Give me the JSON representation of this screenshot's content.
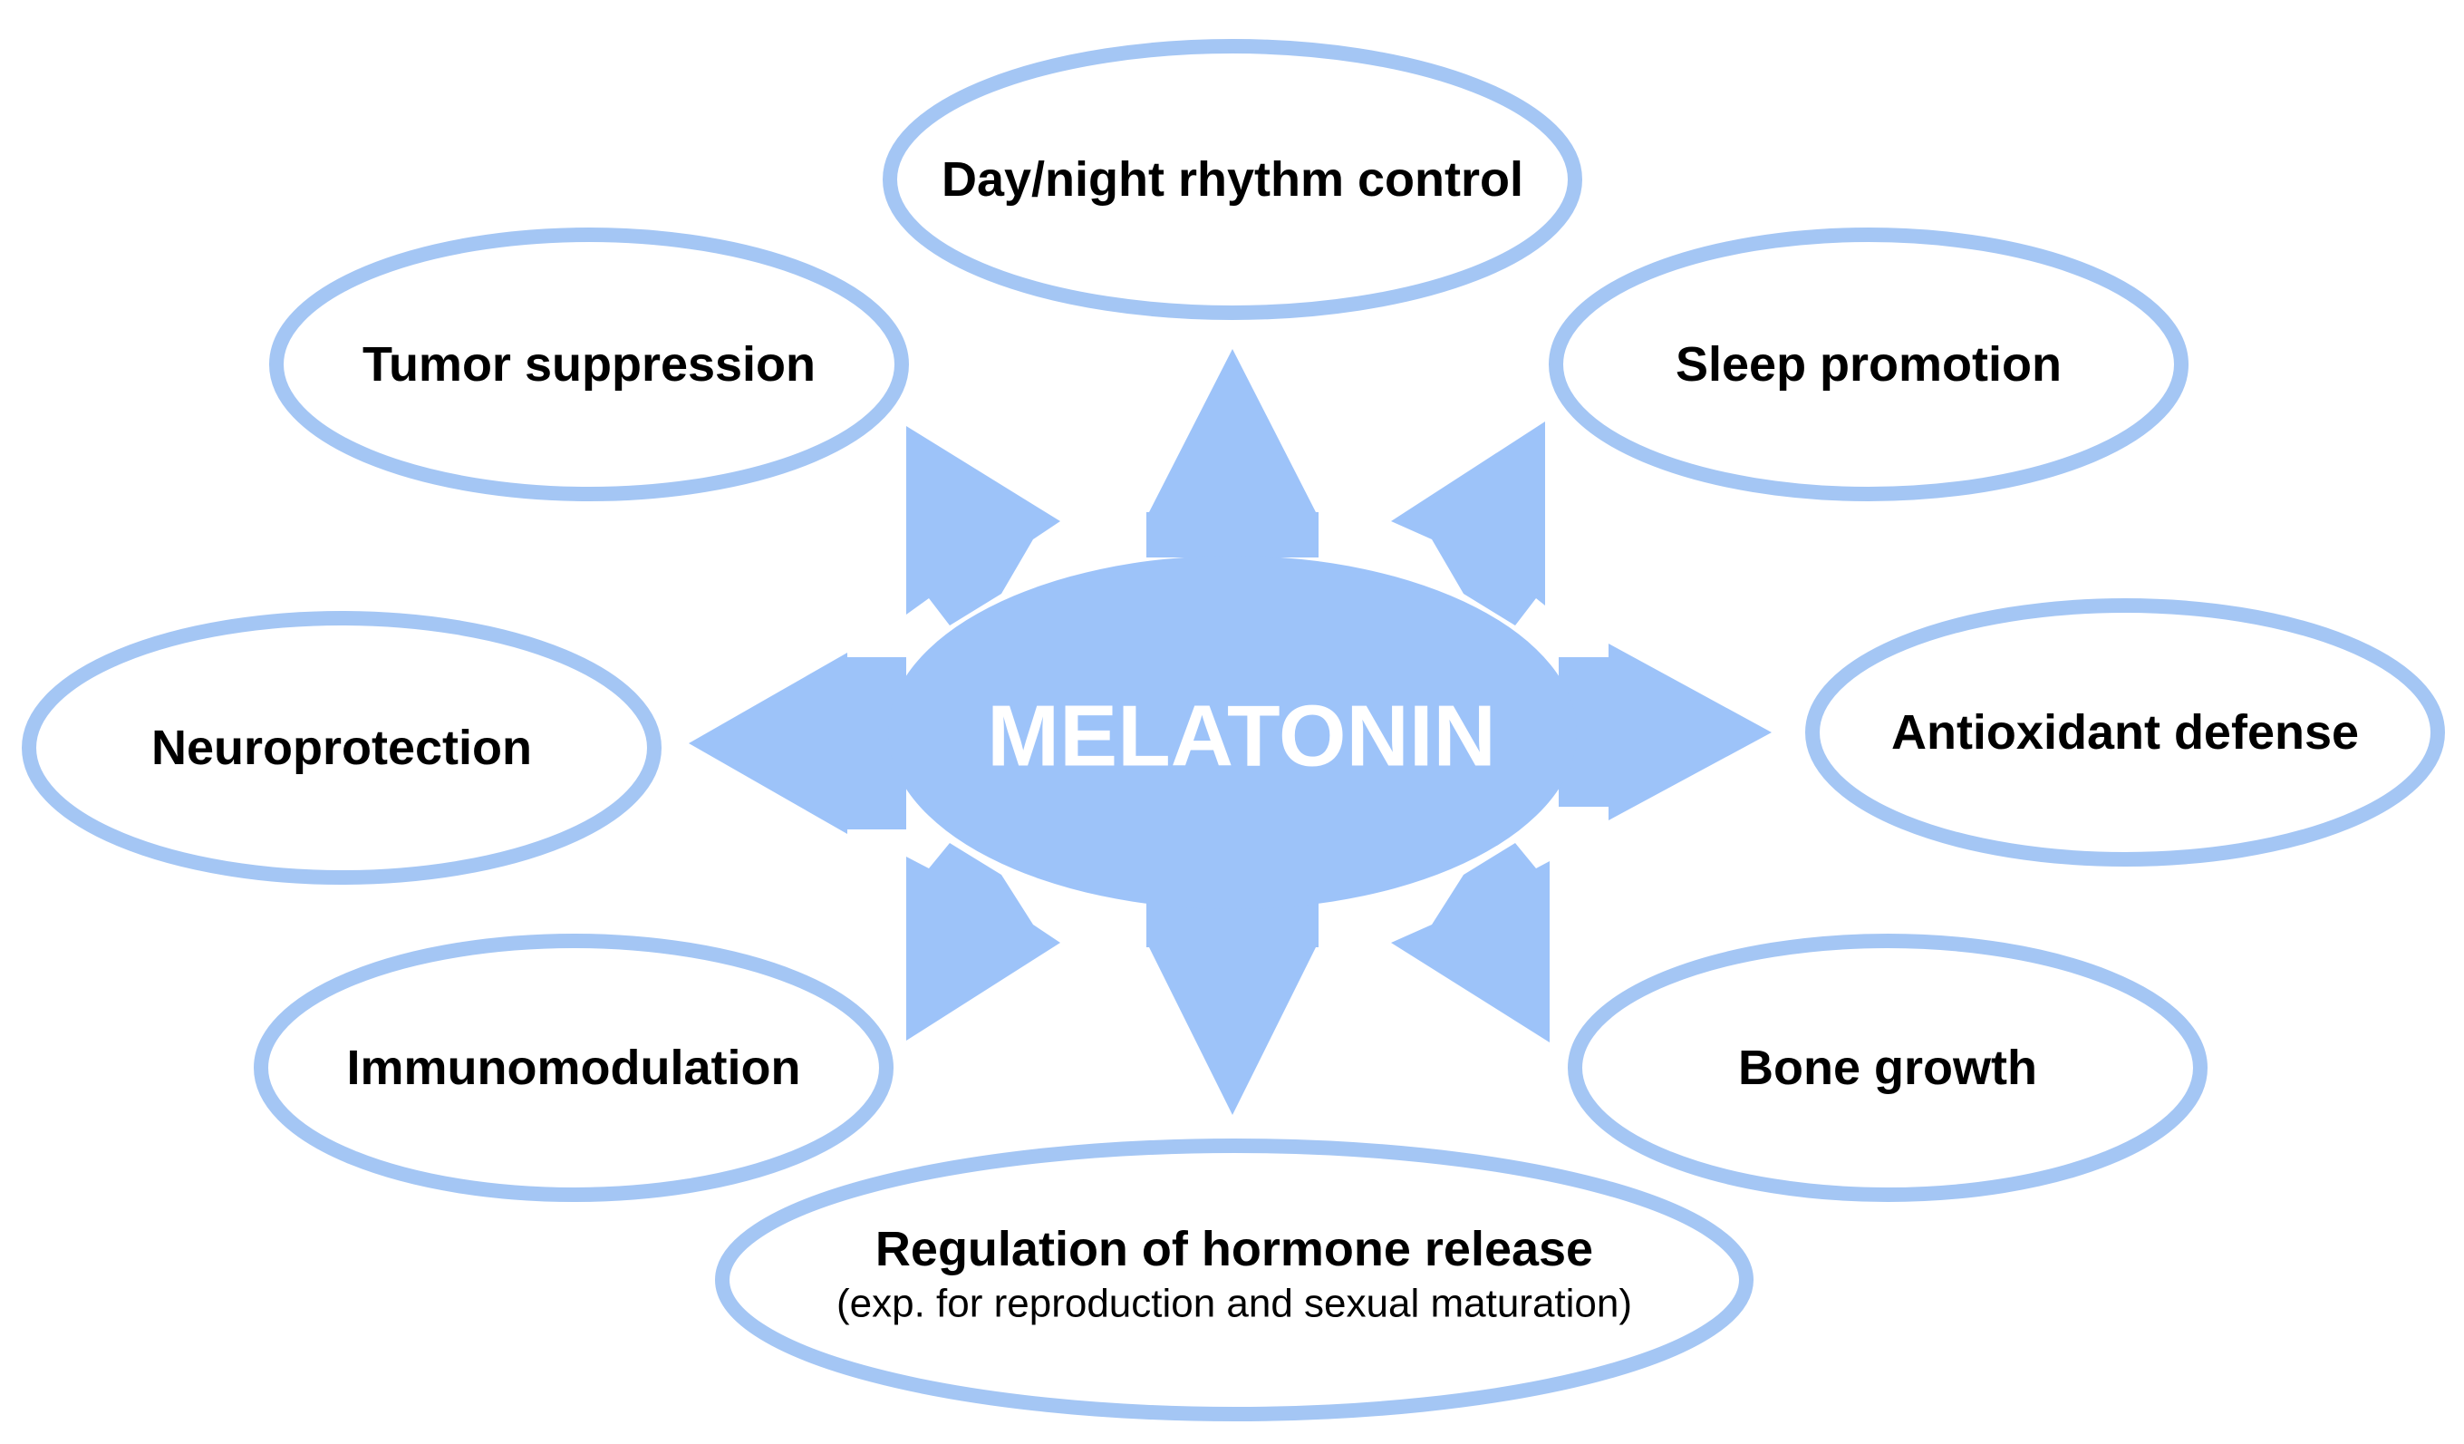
{
  "center": {
    "label": "MELATONIN"
  },
  "nodes": [
    {
      "id": "day-night",
      "label": "Day/night rhythm control"
    },
    {
      "id": "sleep",
      "label": "Sleep promotion"
    },
    {
      "id": "antioxidant",
      "label": "Antioxidant defense"
    },
    {
      "id": "bone",
      "label": "Bone growth"
    },
    {
      "id": "hormone",
      "label": "Regulation of hormone release",
      "sublabel": "(exp. for reproduction and sexual maturation)"
    },
    {
      "id": "immuno",
      "label": "Immunomodulation"
    },
    {
      "id": "neuro",
      "label": "Neuroprotection"
    },
    {
      "id": "tumor",
      "label": "Tumor suppression"
    }
  ],
  "colors": {
    "accent": "#9dc3f9",
    "ring": "#a4c6f4",
    "text": "#000000",
    "center_text": "#ffffff"
  }
}
